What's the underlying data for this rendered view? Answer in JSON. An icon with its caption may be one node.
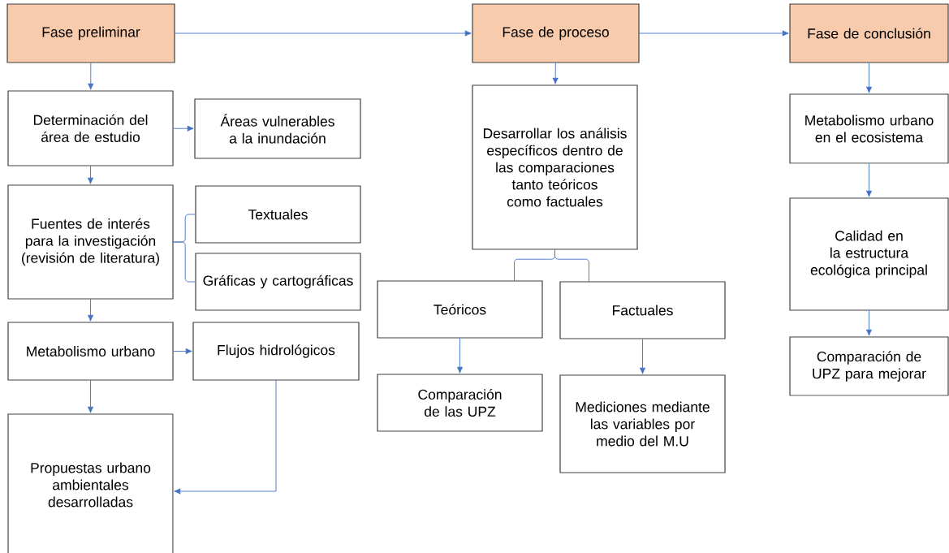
{
  "diagram": {
    "nodes": [
      {
        "text": [
          "Fase preliminar"
        ]
      },
      {
        "text": [
          "Fase de proceso"
        ]
      },
      {
        "text": [
          "Fase de conclusión"
        ]
      },
      {
        "text": [
          "Determinación del área de estudio"
        ]
      },
      {
        "text": [
          "Áreas vulnerables a la inundación"
        ]
      },
      {
        "text": [
          "Fuentes de interés para la investigación (revisión de literatura)"
        ]
      },
      {
        "text": [
          "Textuales"
        ]
      },
      {
        "text": [
          "Gráficas y cartográficas"
        ]
      },
      {
        "text": [
          "Metabolismo urbano"
        ]
      },
      {
        "text": [
          "Flujos hidrológicos"
        ]
      },
      {
        "text": [
          "Propuestas urbano ambientales desarrolladas"
        ]
      },
      {
        "text": [
          "Desarrollar los análisis específicos dentro de las comparaciones tanto teóricos como factuales"
        ]
      },
      {
        "text": [
          "Teóricos"
        ]
      },
      {
        "text": [
          "Factuales"
        ]
      },
      {
        "text": [
          "Comparación de las UPZ"
        ]
      },
      {
        "text": [
          "Mediciones mediante las variables por medio del M.U"
        ]
      },
      {
        "text": [
          "Metabolismo urbano en el ecosistema"
        ]
      },
      {
        "text": [
          "Calidad en la estructura ecológica principal"
        ]
      },
      {
        "text": [
          "Comparación de UPZ para mejorar"
        ]
      }
    ],
    "edges": [
      {
        "from": 0,
        "to": 1,
        "arrow": "to"
      },
      {
        "from": 1,
        "to": 2,
        "arrow": "to"
      },
      {
        "from": 0,
        "to": 3,
        "arrow": "to"
      },
      {
        "from": 3,
        "to": 4,
        "arrow": "to"
      },
      {
        "from": 3,
        "to": 5,
        "arrow": "to"
      },
      {
        "from": 5,
        "to": 6,
        "arrow": "none"
      },
      {
        "from": 5,
        "to": 7,
        "arrow": "none"
      },
      {
        "from": 5,
        "to": 8,
        "arrow": "to"
      },
      {
        "from": 8,
        "to": 9,
        "arrow": "to"
      },
      {
        "from": 8,
        "to": 10,
        "arrow": "to"
      },
      {
        "from": 9,
        "to": 10,
        "arrow": "to"
      },
      {
        "from": 1,
        "to": 11,
        "arrow": "to"
      },
      {
        "from": 11,
        "to": 12,
        "arrow": "none"
      },
      {
        "from": 11,
        "to": 13,
        "arrow": "none"
      },
      {
        "from": 12,
        "to": 14,
        "arrow": "to"
      },
      {
        "from": 13,
        "to": 15,
        "arrow": "to"
      },
      {
        "from": 2,
        "to": 16,
        "arrow": "to"
      },
      {
        "from": 16,
        "to": 17,
        "arrow": "to"
      },
      {
        "from": 17,
        "to": 18,
        "arrow": "to"
      }
    ]
  }
}
